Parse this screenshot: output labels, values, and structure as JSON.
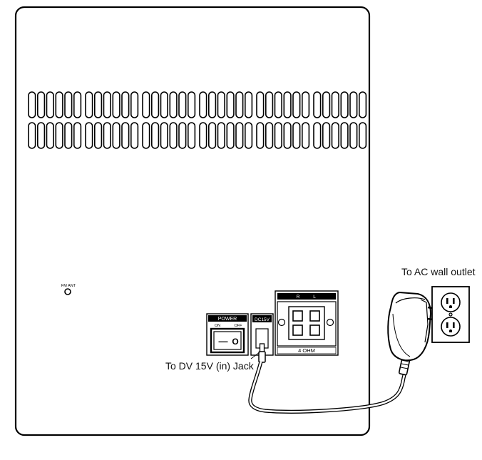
{
  "labels": {
    "fm_antenna": "FM ANT",
    "power": "POWER",
    "on": "ON",
    "off": "OFF",
    "switch_dash": "—",
    "switch_o": "O",
    "dc_jack": "DC15V",
    "speaker_right": "R",
    "speaker_left": "L",
    "impedance": "4 OHM"
  },
  "callouts": {
    "ac_outlet": "To AC wall outlet",
    "dc_jack": "To DV 15V (in) Jack"
  },
  "vents": {
    "rows": 2,
    "groups": 6,
    "slots_per_group": 6
  },
  "colors": {
    "line": "#000000",
    "panel_bg": "#ffffff",
    "label_bar": "#000000"
  }
}
